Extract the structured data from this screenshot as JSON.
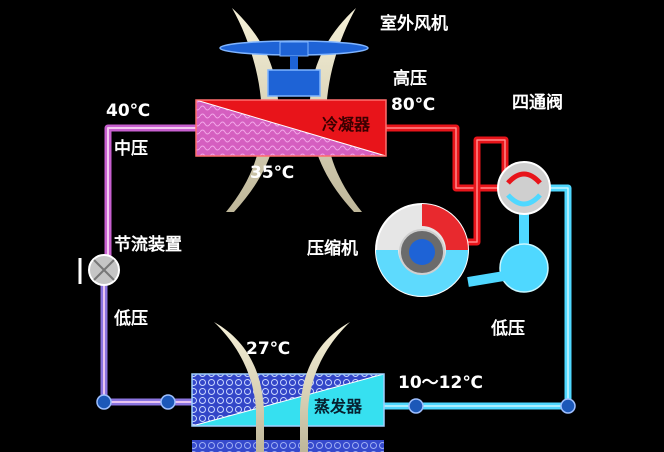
{
  "labels": {
    "outdoor_fan": "室外风机",
    "high_pressure": "高压",
    "temp_80": "80℃",
    "four_way_valve": "四通阀",
    "temp_40": "40℃",
    "medium_pressure": "中压",
    "condenser": "冷凝器",
    "temp_35": "35℃",
    "throttle_device": "节流装置",
    "compressor": "压缩机",
    "low_pressure_left": "低压",
    "low_pressure_right": "低压",
    "temp_27": "27℃",
    "temp_range": "10～12℃",
    "evaporator": "蒸发器"
  },
  "colors": {
    "background": "#000000",
    "high_pressure_pipe": "#e8141a",
    "medium_pressure_pipe": "#c85fcf",
    "low_pressure_pipe": "#4fd8ff",
    "evaporator_blue": "#3a4fd6",
    "fan_blue": "#1e63d6",
    "airflow": "#ece6c8",
    "node_blue": "#1c58b8"
  }
}
